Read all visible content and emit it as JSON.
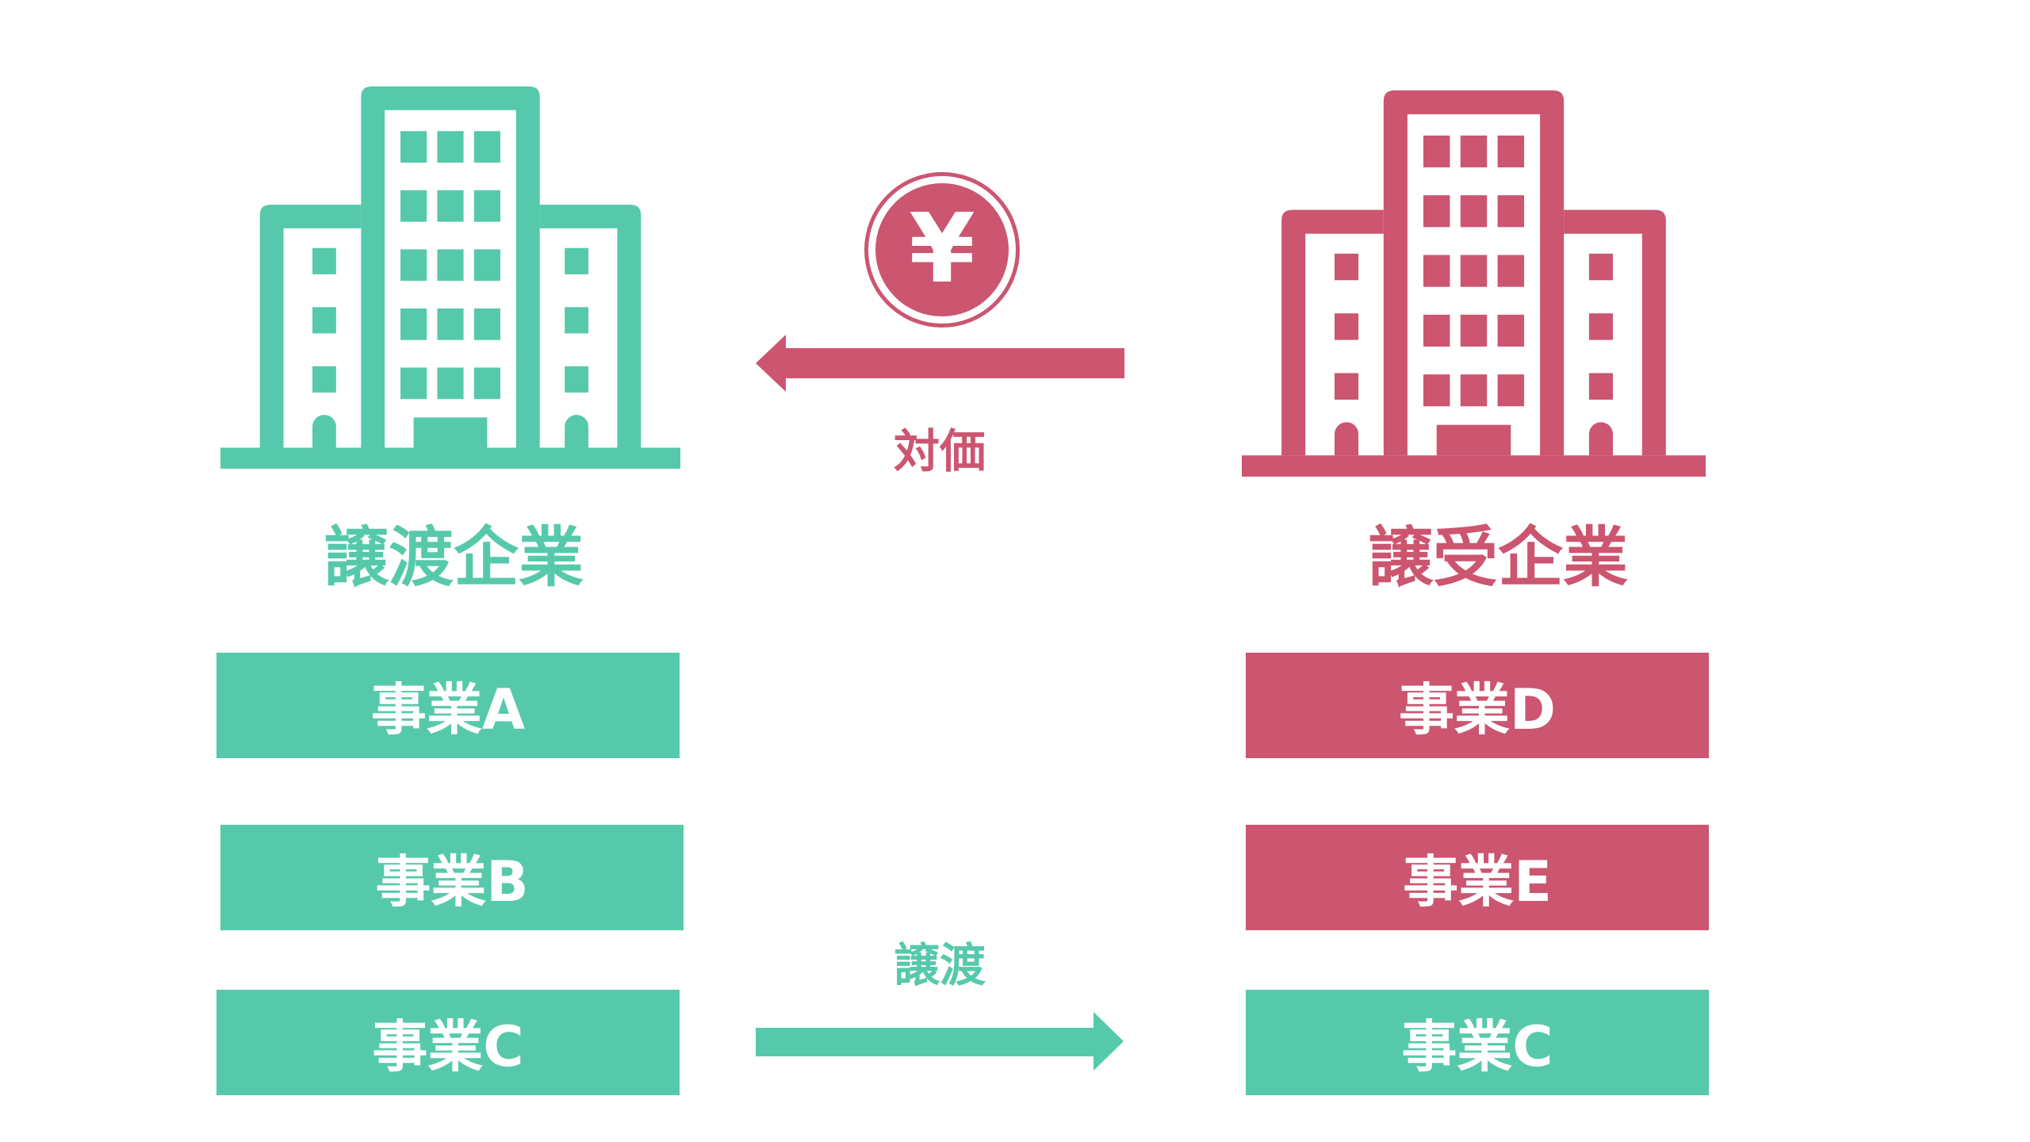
{
  "colors": {
    "transferor": "#56C9AB",
    "transferee": "#CC5570"
  },
  "transferor": {
    "title": "譲渡企業",
    "businesses": [
      "事業A",
      "事業B",
      "事業C"
    ]
  },
  "transferee": {
    "title": "譲受企業",
    "businesses": [
      "事業D",
      "事業E",
      "事業C"
    ]
  },
  "consideration": {
    "label": "対価",
    "icon": "yen-coin-icon",
    "symbol": "¥"
  },
  "transfer": {
    "label": "譲渡"
  }
}
